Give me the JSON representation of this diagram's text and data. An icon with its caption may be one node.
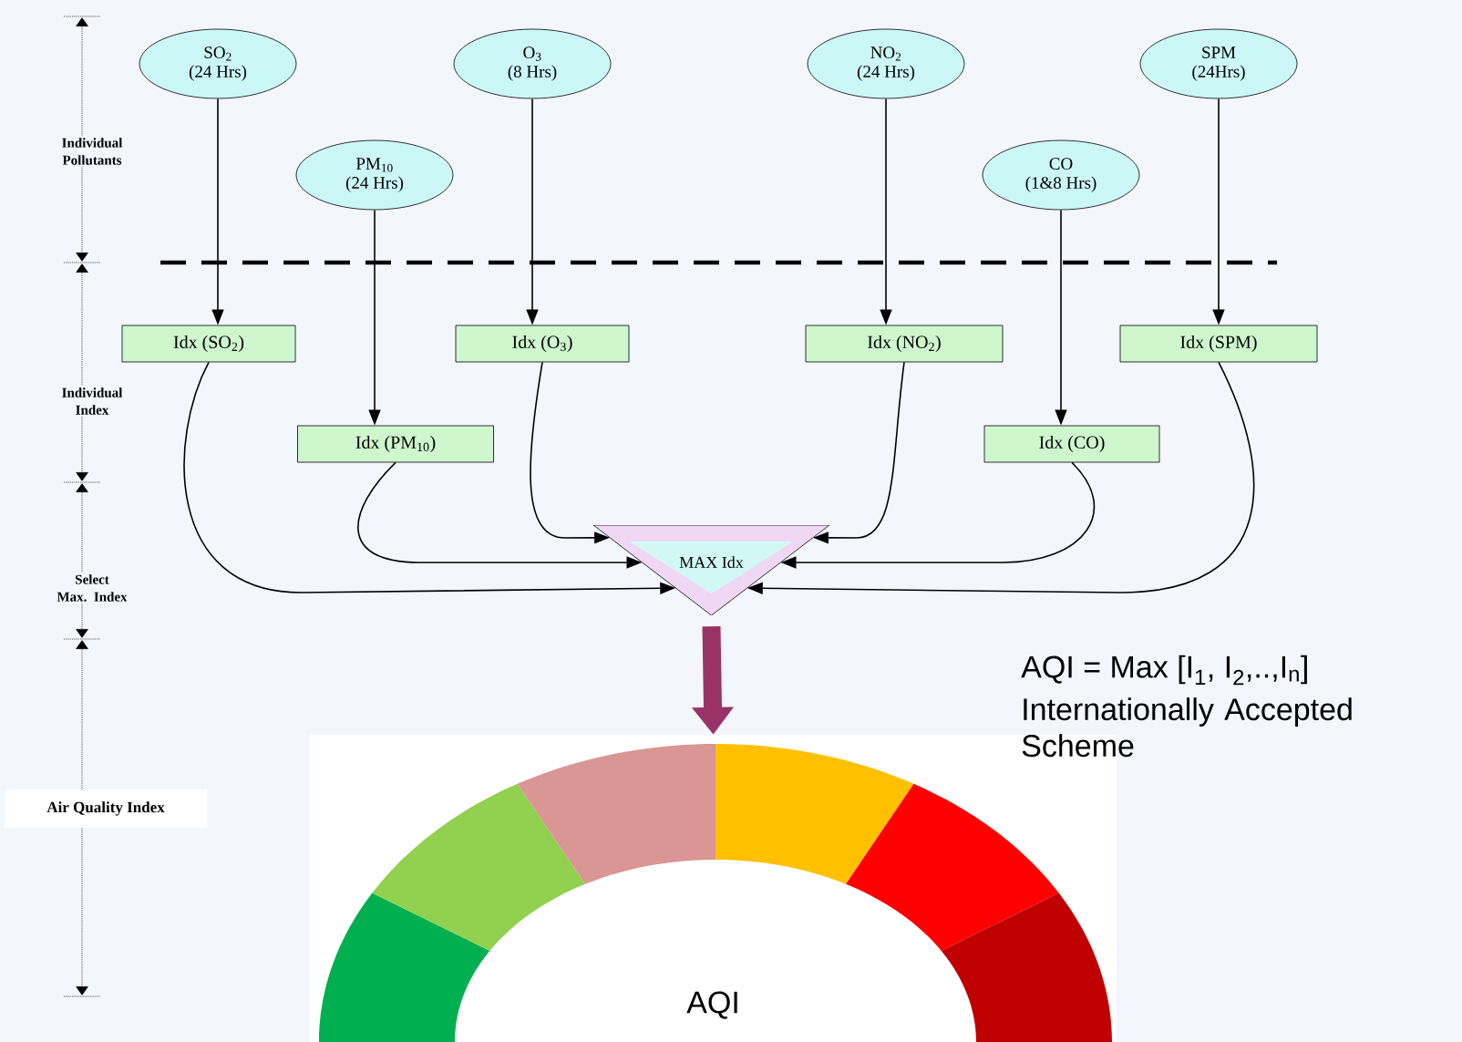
{
  "diagram": {
    "nodes": [
      {
        "text": [
          "SO$_{2}$",
          "(24 Hrs)"
        ]
      },
      {
        "text": [
          "O$_{3}$",
          "(8 Hrs)"
        ]
      },
      {
        "text": [
          "NO$_{2}$",
          "(24 Hrs)"
        ]
      },
      {
        "text": [
          "SPM",
          "(24Hrs)"
        ]
      },
      {
        "text": [
          "PM$_{10}$",
          "(24 Hrs)"
        ]
      },
      {
        "text": [
          "CO",
          "(1&8 Hrs)"
        ]
      },
      {
        "text": [
          "Idx (SO$_{2}$)"
        ]
      },
      {
        "text": [
          "Idx (O$_{3}$)"
        ]
      },
      {
        "text": [
          "Idx (NO$_{2}$)"
        ]
      },
      {
        "text": [
          "Idx (SPM)"
        ]
      },
      {
        "text": [
          "Idx (PM$_{10}$)"
        ]
      },
      {
        "text": [
          "Idx (CO)"
        ]
      },
      {
        "text": [
          "MAX Idx"
        ]
      },
      {
        "text": [
          "AQI"
        ]
      }
    ],
    "edges": [
      {
        "from": 0,
        "to": 6,
        "arrow": "to"
      },
      {
        "from": 1,
        "to": 7,
        "arrow": "to"
      },
      {
        "from": 2,
        "to": 8,
        "arrow": "to"
      },
      {
        "from": 3,
        "to": 9,
        "arrow": "to"
      },
      {
        "from": 4,
        "to": 10,
        "arrow": "to"
      },
      {
        "from": 5,
        "to": 11,
        "arrow": "to"
      },
      {
        "from": 6,
        "to": 12,
        "arrow": "to"
      },
      {
        "from": 7,
        "to": 12,
        "arrow": "to"
      },
      {
        "from": 8,
        "to": 12,
        "arrow": "to"
      },
      {
        "from": 9,
        "to": 12,
        "arrow": "to"
      },
      {
        "from": 10,
        "to": 12,
        "arrow": "to"
      },
      {
        "from": 11,
        "to": 12,
        "arrow": "to"
      },
      {
        "from": 12,
        "to": 13,
        "arrow": "to",
        "style": "thick",
        "color": "#993366"
      }
    ],
    "labels": [
      "Individual Pollutants",
      "Individual Index",
      "Select Max. Index",
      "Air Quality Index",
      "AQI = Max [I$_{1}$, I$_{2}$,..,I$_{n}$]",
      "Internationally Accepted Scheme"
    ]
  }
}
